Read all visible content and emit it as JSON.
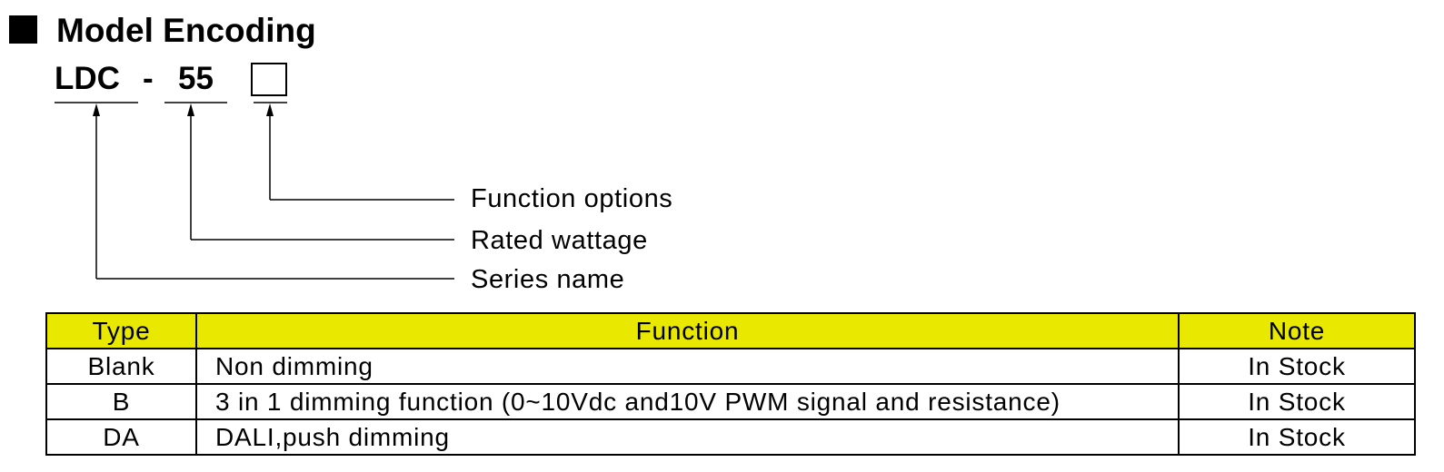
{
  "section": {
    "title": "Model Encoding"
  },
  "model_code": {
    "series": "LDC",
    "separator": "-",
    "wattage": "55"
  },
  "legend": {
    "function_options": "Function options",
    "rated_wattage": "Rated wattage",
    "series_name": "Series name"
  },
  "table": {
    "headers": {
      "type": "Type",
      "function": "Function",
      "note": "Note"
    },
    "rows": [
      {
        "type": "Blank",
        "function": "Non dimming",
        "note": "In Stock"
      },
      {
        "type": "B",
        "function": "3 in 1 dimming function (0~10Vdc and10V PWM signal and resistance)",
        "note": "In Stock"
      },
      {
        "type": "DA",
        "function": "DALI,push dimming",
        "note": "In Stock"
      }
    ]
  },
  "colors": {
    "header_fill": "#e8e800",
    "line": "#000000"
  }
}
